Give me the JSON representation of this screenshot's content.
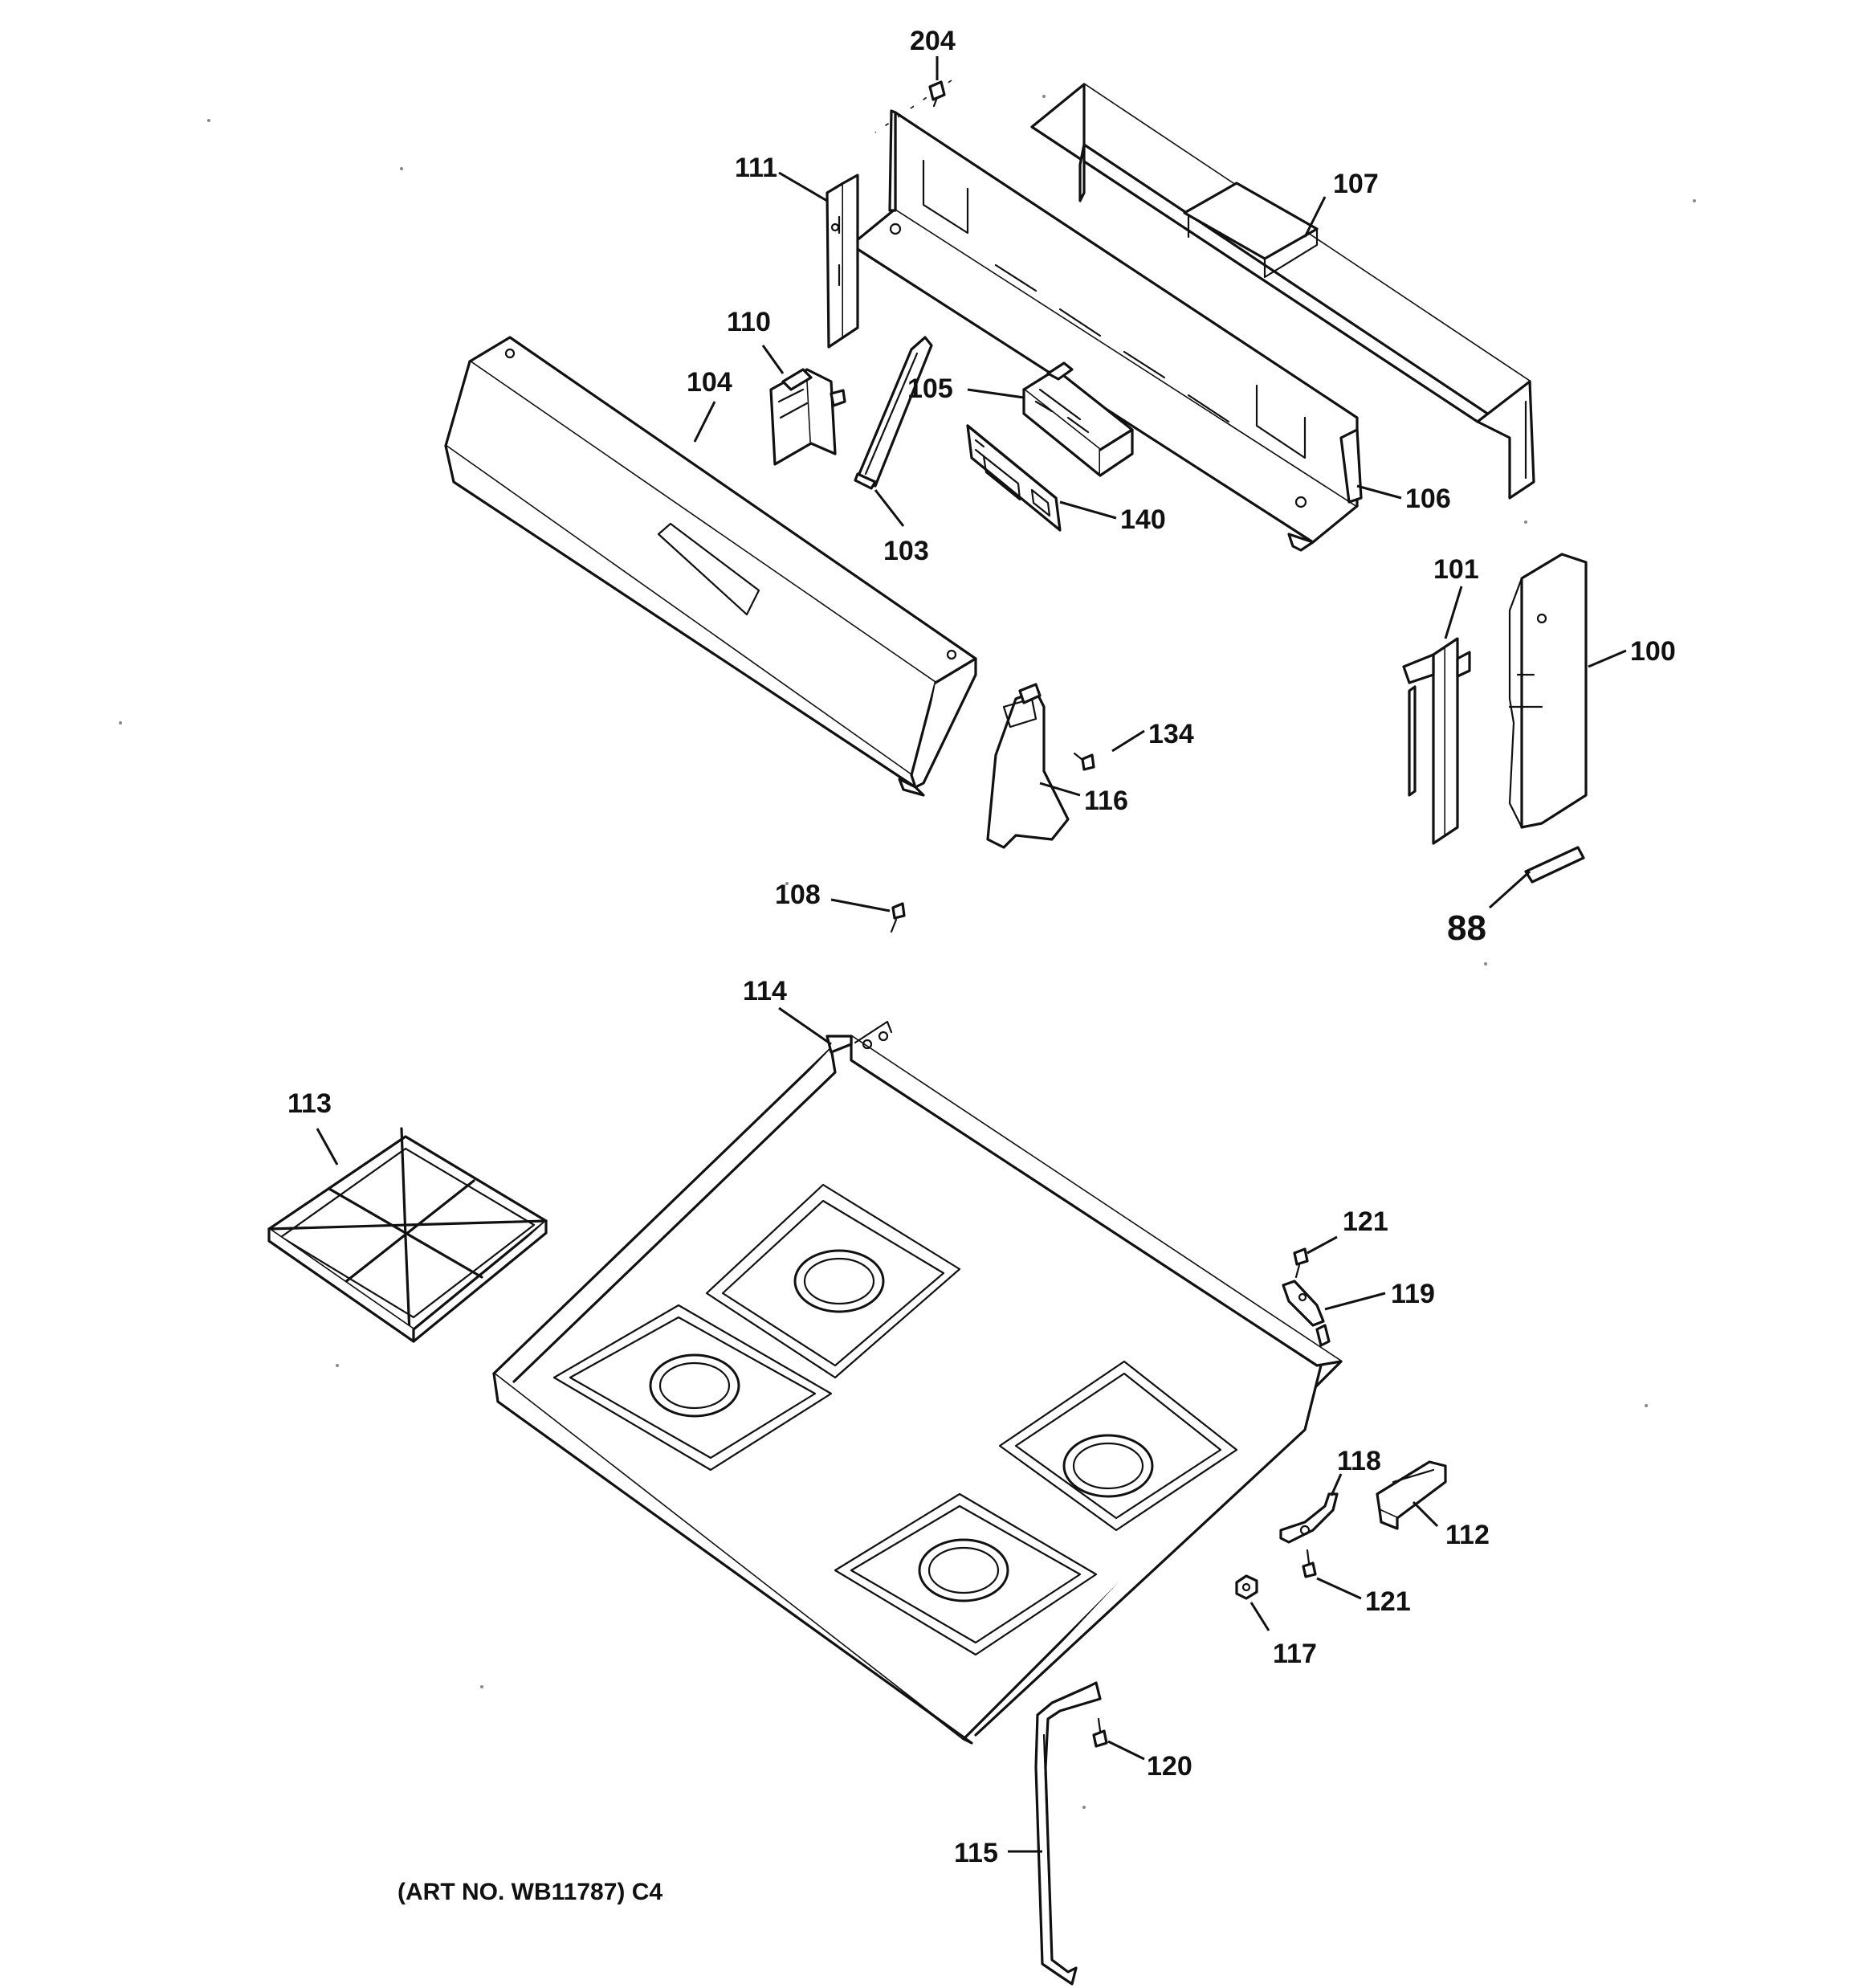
{
  "labels": {
    "p204": "204",
    "p111": "111",
    "p107": "107",
    "p110": "110",
    "p104": "104",
    "p105": "105",
    "p106": "106",
    "p140": "140",
    "p103": "103",
    "p101": "101",
    "p100": "100",
    "p134": "134",
    "p116": "116",
    "p108": "108",
    "p88": "88",
    "p114": "114",
    "p113": "113",
    "p121a": "121",
    "p119": "119",
    "p118": "118",
    "p112": "112",
    "p121b": "121",
    "p117": "117",
    "p120": "120",
    "p115": "115"
  },
  "art_number": "(ART NO. WB11787) C4",
  "colors": {
    "line": "#111111",
    "background": "#ffffff"
  }
}
